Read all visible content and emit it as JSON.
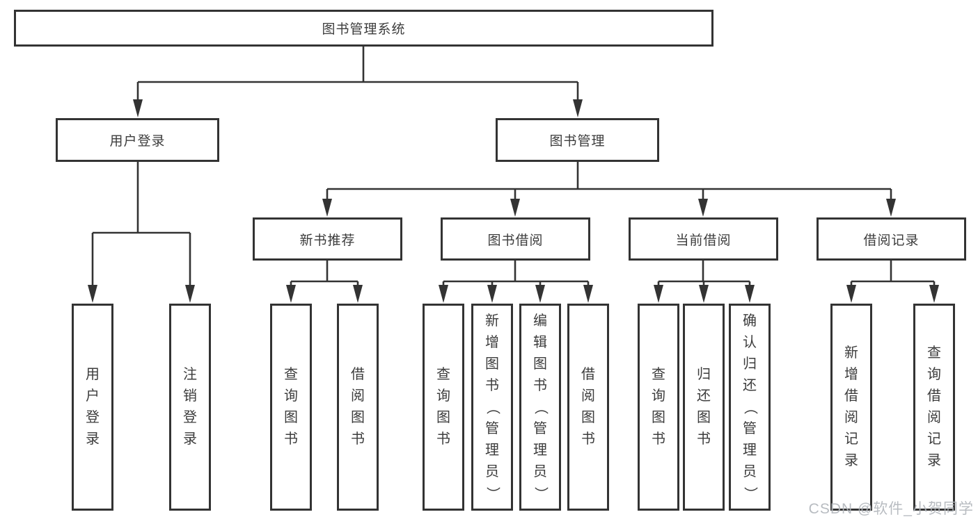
{
  "diagram_title": "图书管理系统",
  "colors": {
    "line": "#333333",
    "box_border": "#333333",
    "text": "#3c3c3c",
    "background": "#ffffff",
    "watermark": "rgba(176,181,186,0.9)"
  },
  "tree": {
    "root": {
      "label": "图书管理系统",
      "children": [
        {
          "label": "用户登录",
          "children": [
            {
              "label": "用户登录"
            },
            {
              "label": "注销登录"
            }
          ]
        },
        {
          "label": "图书管理",
          "children": [
            {
              "label": "新书推荐",
              "children": [
                {
                  "label": "查询图书"
                },
                {
                  "label": "借阅图书"
                }
              ]
            },
            {
              "label": "图书借阅",
              "children": [
                {
                  "label": "查询图书"
                },
                {
                  "label": "新增图书（管理员）"
                },
                {
                  "label": "编辑图书（管理员）"
                },
                {
                  "label": "借阅图书"
                }
              ]
            },
            {
              "label": "当前借阅",
              "children": [
                {
                  "label": "查询图书"
                },
                {
                  "label": "归还图书"
                },
                {
                  "label": "确认归还（管理员）"
                }
              ]
            },
            {
              "label": "借阅记录",
              "children": [
                {
                  "label": "新增借阅记录"
                },
                {
                  "label": "查询借阅记录"
                }
              ]
            }
          ]
        }
      ]
    }
  },
  "watermark": {
    "text": "CSDN @软件_小贺同学"
  }
}
